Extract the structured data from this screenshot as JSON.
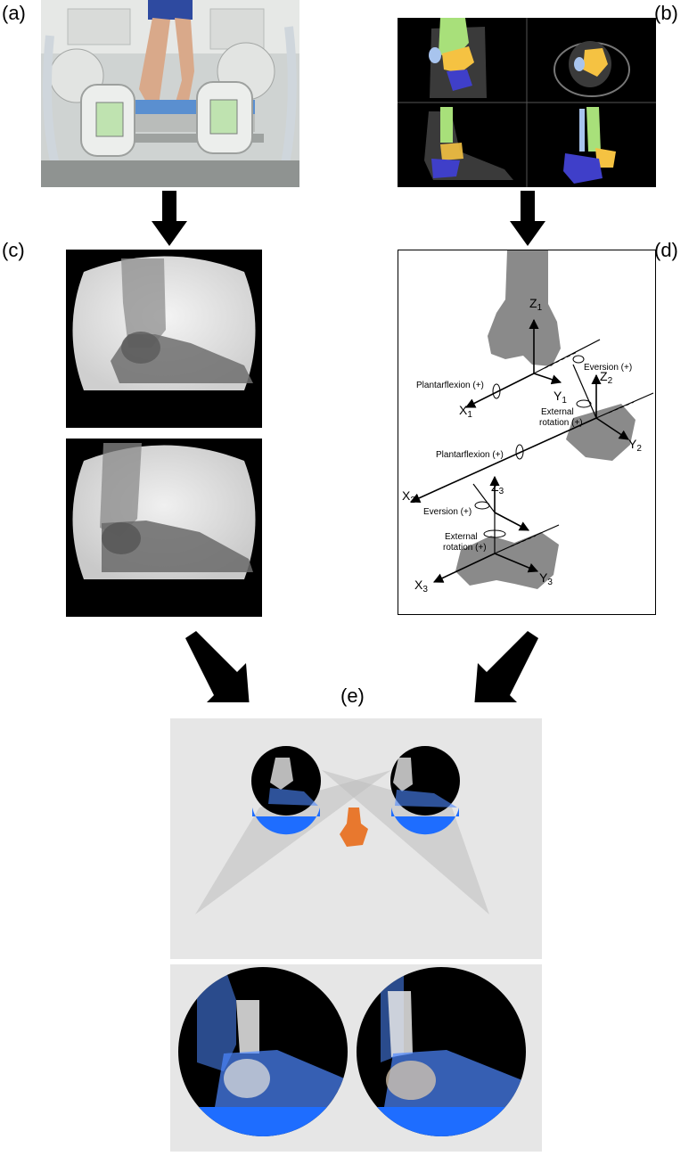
{
  "panels": {
    "a": {
      "label": "(a)"
    },
    "b": {
      "label": "(b)"
    },
    "c": {
      "label": "(c)"
    },
    "d": {
      "label": "(d)"
    },
    "e": {
      "label": "(e)"
    }
  },
  "diagram_d": {
    "axes": {
      "z1": "Z",
      "z1_sub": "1",
      "x1": "X",
      "x1_sub": "1",
      "y1": "Y",
      "y1_sub": "1",
      "z2": "Z",
      "z2_sub": "2",
      "y2": "Y",
      "y2_sub": "2",
      "x2": "X",
      "x2_sub": "2",
      "z3": "Z",
      "z3_sub": "3",
      "x3": "X",
      "x3_sub": "3",
      "y3": "Y",
      "y3_sub": "3"
    },
    "motions": {
      "plantarflexion_1": "Plantarflexion (+)",
      "eversion_1": "Eversion (+)",
      "external_rotation_1a": "External",
      "external_rotation_1b": "rotation (+)",
      "plantarflexion_2": "Plantarflexion (+)",
      "eversion_2": "Eversion (+)",
      "external_rotation_2a": "External",
      "external_rotation_2b": "rotation (+)"
    }
  },
  "colors": {
    "segment_tibia": "#a8e07a",
    "segment_talus": "#f5c242",
    "segment_calcaneus": "#3f3fc9",
    "segment_fibula": "#a8c4ee",
    "bone_grey": "#8a8a8a",
    "fluoro_blue": "#2a7bff",
    "talus_orange": "#e8782e"
  }
}
